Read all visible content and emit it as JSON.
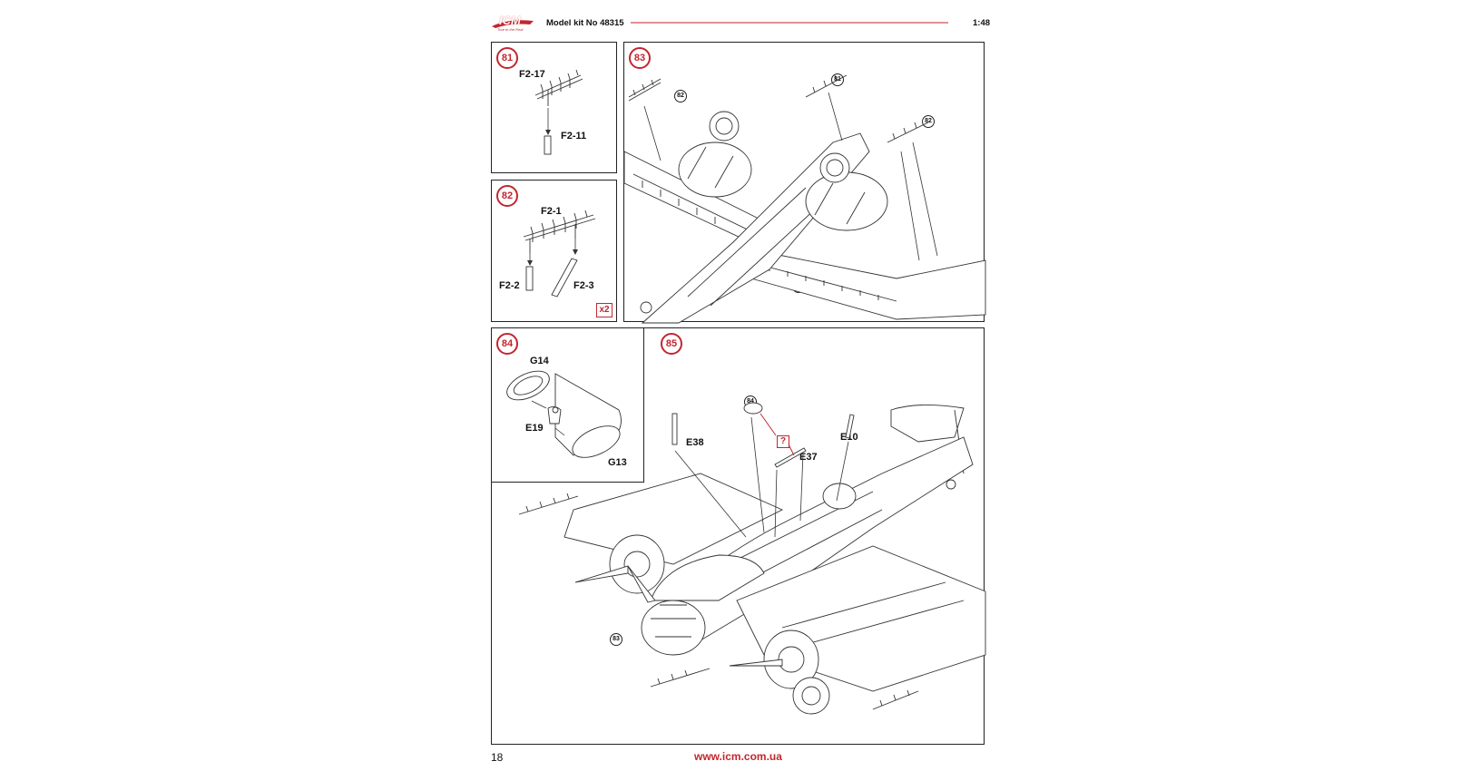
{
  "header": {
    "brand": "ICM",
    "tagline": "True to the Real",
    "title": "Model kit No 48315",
    "scale": "1:48"
  },
  "steps": {
    "s81": {
      "number": "81",
      "parts": [
        "F2-17",
        "F2-11"
      ]
    },
    "s82": {
      "number": "82",
      "parts": [
        "F2-1",
        "F2-2",
        "F2-3"
      ],
      "multiplier": "x2"
    },
    "s83": {
      "number": "83",
      "refs": [
        "82",
        "81",
        "82",
        "80"
      ]
    },
    "s84": {
      "number": "84",
      "parts": [
        "G14",
        "E19",
        "G13"
      ]
    },
    "s85": {
      "number": "85",
      "parts": [
        "E38",
        "E37",
        "E10"
      ],
      "refs": [
        "84",
        "83"
      ],
      "question": "?"
    }
  },
  "footer": {
    "page_number": "18",
    "website": "www.icm.com.ua"
  },
  "colors": {
    "accent": "#c3262e",
    "line": "#333333"
  }
}
